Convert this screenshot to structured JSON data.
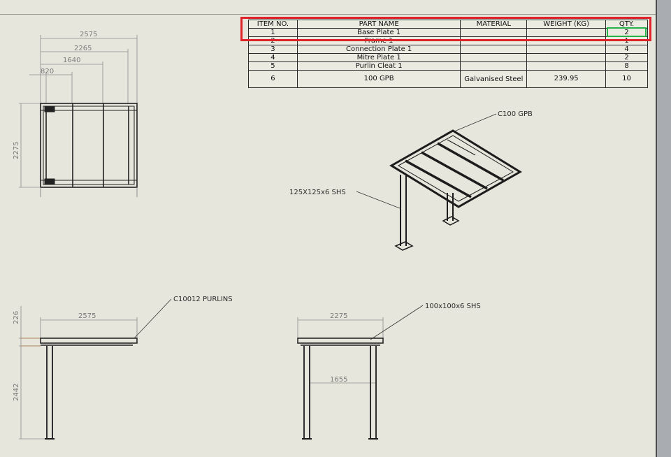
{
  "bom": {
    "headers": [
      "ITEM NO.",
      "PART NAME",
      "MATERIAL",
      "WEIGHT (KG)",
      "QTY."
    ],
    "rows": [
      {
        "item": "1",
        "name": "Base Plate 1",
        "material": "",
        "weight": "",
        "qty": "2"
      },
      {
        "item": "2",
        "name": "Frame 1",
        "material": "",
        "weight": "",
        "qty": "1"
      },
      {
        "item": "3",
        "name": "Connection Plate 1",
        "material": "",
        "weight": "",
        "qty": "4"
      },
      {
        "item": "4",
        "name": "Mitre Plate 1",
        "material": "",
        "weight": "",
        "qty": "2"
      },
      {
        "item": "5",
        "name": "Purlin Cleat 1",
        "material": "",
        "weight": "",
        "qty": "8"
      },
      {
        "item": "6",
        "name": "100 GPB",
        "material": "Galvanised Steel",
        "weight": "239.95",
        "qty": "10"
      }
    ]
  },
  "plan_view": {
    "dims": [
      "2575",
      "2265",
      "1640",
      "820",
      "2275"
    ]
  },
  "iso_view": {
    "labels": [
      "C100 GPB",
      "125X125x6 SHS"
    ]
  },
  "front_view": {
    "dims": [
      "2575",
      "226",
      "2442"
    ],
    "label": "C10012 PURLINS"
  },
  "side_view": {
    "dims": [
      "2275",
      "1655"
    ],
    "label": "100x100x6 SHS"
  },
  "colors": {
    "sheet": "#e7e6dc",
    "highlight_row": "#e0222a",
    "highlight_cell": "#29b24a"
  }
}
